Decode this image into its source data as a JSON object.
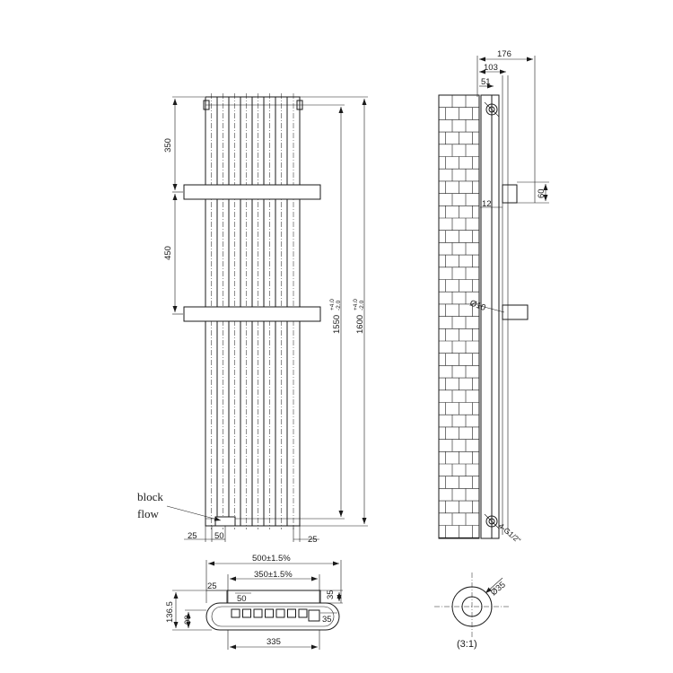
{
  "front_view": {
    "dim_top_to_bar1": "350",
    "dim_bar1_to_bar2": "450",
    "dim_pipe_centres": "1550",
    "dim_pipe_centres_tol_upper": "+4.0",
    "dim_pipe_centres_tol_lower": "-2.0",
    "dim_height": "1600",
    "dim_height_tol_upper": "+4.0",
    "dim_height_tol_lower": "-2.0",
    "dim_bottom_left_25": "25",
    "dim_bottom_50": "50",
    "dim_bottom_right_25": "25",
    "note_line1": "block",
    "note_line2": "flow"
  },
  "side_view": {
    "dim_176": "176",
    "dim_103": "103",
    "dim_51": "51",
    "dim_12": "12",
    "dim_60": "60",
    "dim_diam10": "Ø10",
    "dim_thread": "4-G1/2\""
  },
  "plan_view": {
    "dim_width": "500±1.5%",
    "dim_centres": "350±1.5%",
    "dim_25": "25",
    "dim_50": "50",
    "dim_35_top": "35",
    "dim_35_bottom": "35",
    "dim_136_5": "136.5",
    "dim_90": "90",
    "dim_335": "335"
  },
  "detail_view": {
    "dim_diam35": "Ø35",
    "scale": "(3:1)"
  }
}
